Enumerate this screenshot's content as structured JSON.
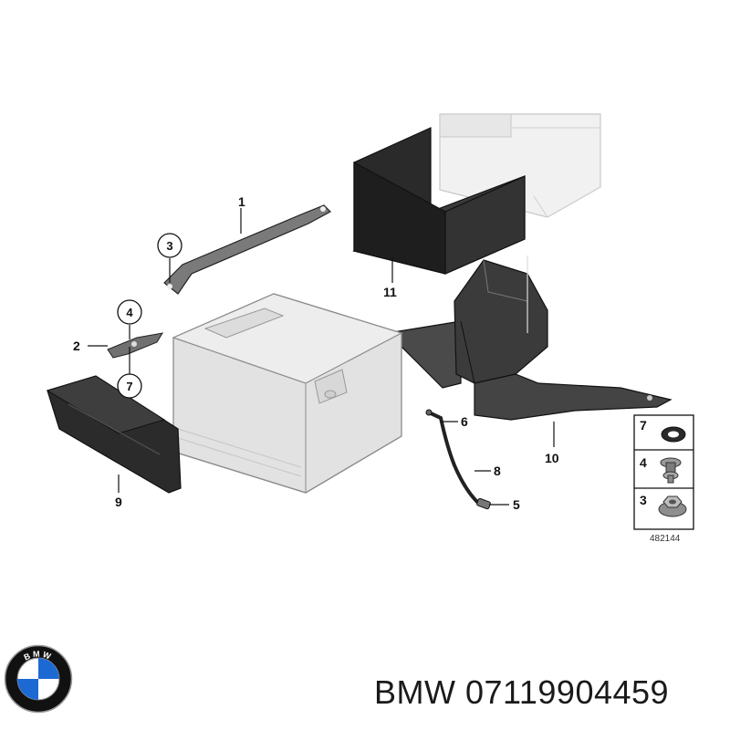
{
  "diagram": {
    "part_labels": [
      "1",
      "2",
      "3",
      "4",
      "5",
      "6",
      "7",
      "8",
      "9",
      "10",
      "11"
    ],
    "fastener_legend": [
      "7",
      "4",
      "3"
    ],
    "diagram_id": "482144"
  },
  "footer": {
    "brand": "BMW",
    "part_number": "07119904459",
    "text": "BMW 07119904459"
  },
  "logo": {
    "icon": "bmw-roundel-icon",
    "letters": "BMW",
    "colors": {
      "blue": "#1c69d4",
      "black": "#111111",
      "white": "#ffffff"
    }
  }
}
